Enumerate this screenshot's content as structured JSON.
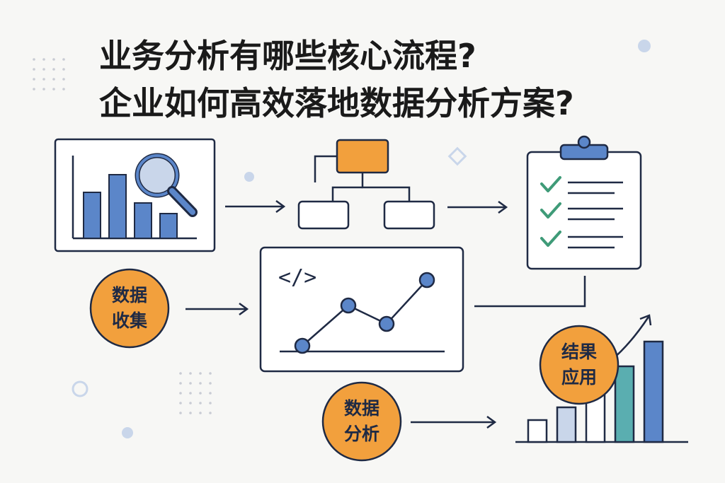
{
  "title": {
    "line1": "业务分析有哪些核心流程?",
    "line2": "企业如何高效落地数据分析方案?"
  },
  "circles": {
    "collect": {
      "line1": "数据",
      "line2": "收集"
    },
    "analyze": {
      "line1": "数据",
      "line2": "分析"
    },
    "apply": {
      "line1": "结果",
      "line2": "应用"
    }
  },
  "code_glyph": "</>",
  "colors": {
    "navy": "#1f2a44",
    "blue": "#5b86c9",
    "orange": "#f2a03d",
    "teal": "#5aaeb0",
    "light_blue": "#c9d6ea",
    "check_green": "#3f9b78",
    "dot_grey": "#c9ccd4"
  },
  "icons": [
    "magnifier-icon",
    "flowchart-icon",
    "checklist-clipboard-icon",
    "code-icon",
    "line-chart-icon",
    "bar-chart-growth-icon"
  ]
}
